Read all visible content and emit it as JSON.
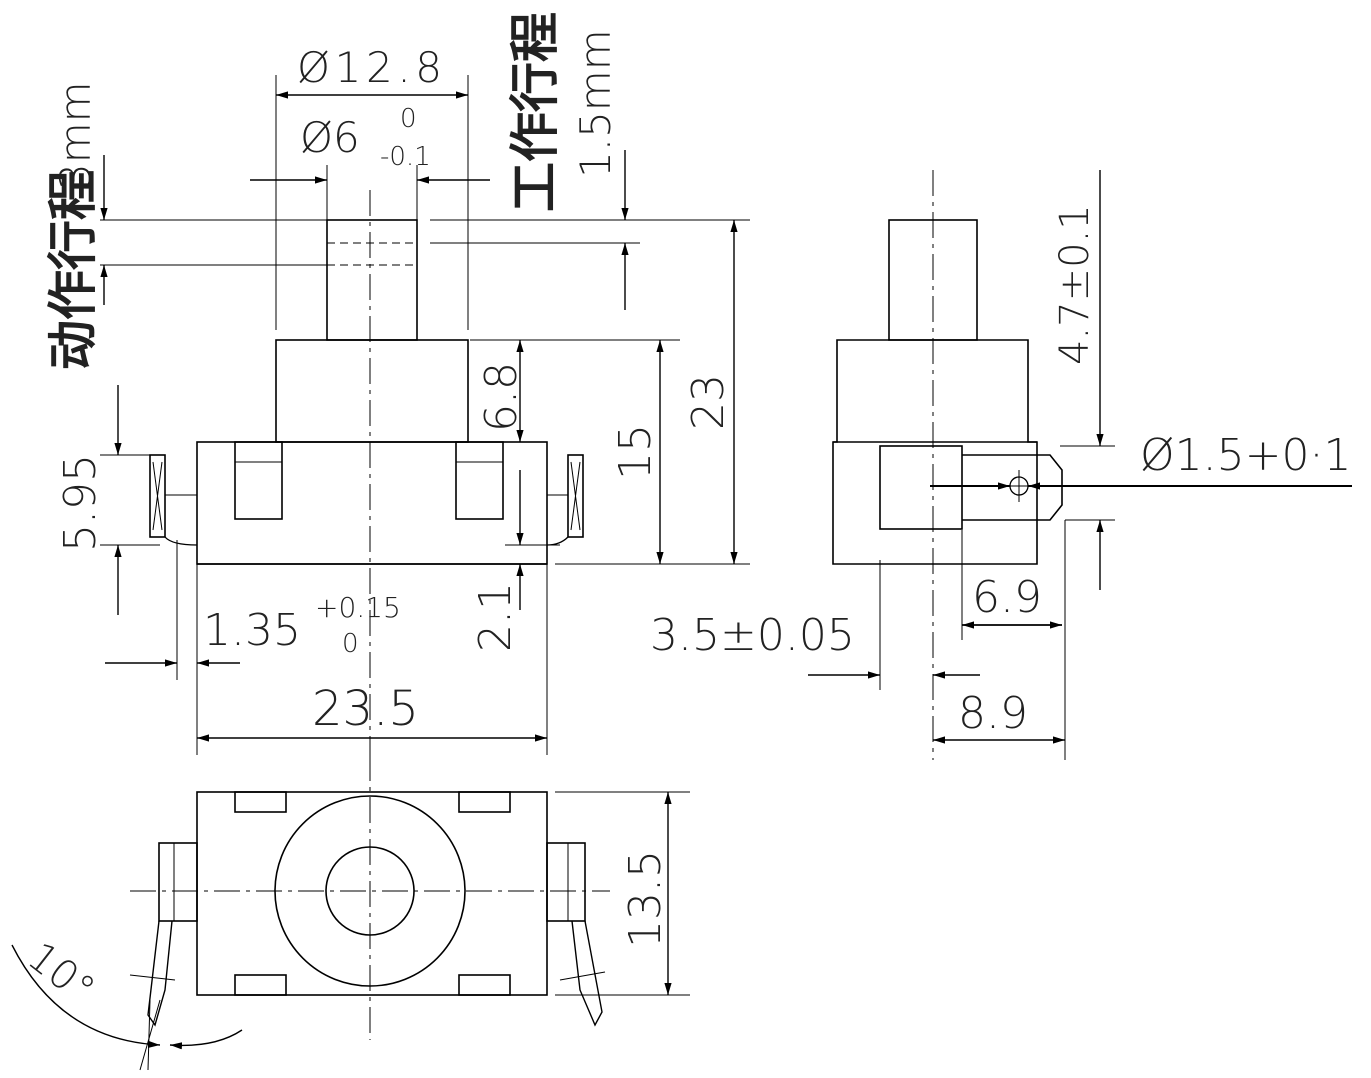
{
  "views": {
    "front": {
      "cap_diameter": "Ø12.8",
      "plunger_diameter": "Ø6",
      "plunger_tol_upper": "0",
      "plunger_tol_lower": "-0.1",
      "working_travel_label": "工作行程",
      "working_travel_value": "1.5mm",
      "operating_travel_label": "动作行程",
      "operating_travel_value": "3mm",
      "total_height": "23",
      "body_height": "15",
      "cap_height": "6.8",
      "terminal_height": "5.95",
      "terminal_thickness": "1.35",
      "terminal_tol_upper": "+0.15",
      "terminal_tol_lower": "0",
      "base_offset": "2.1",
      "body_width": "23.5"
    },
    "side": {
      "plunger_offset": "4.7±0.1",
      "hole_diameter": "Ø1.5+0·1",
      "terminal_length": "6.9",
      "terminal_thickness": "3.5±0.05",
      "overall_offset": "8.9"
    },
    "top": {
      "depth": "13.5",
      "bend_angle": "10°"
    }
  }
}
